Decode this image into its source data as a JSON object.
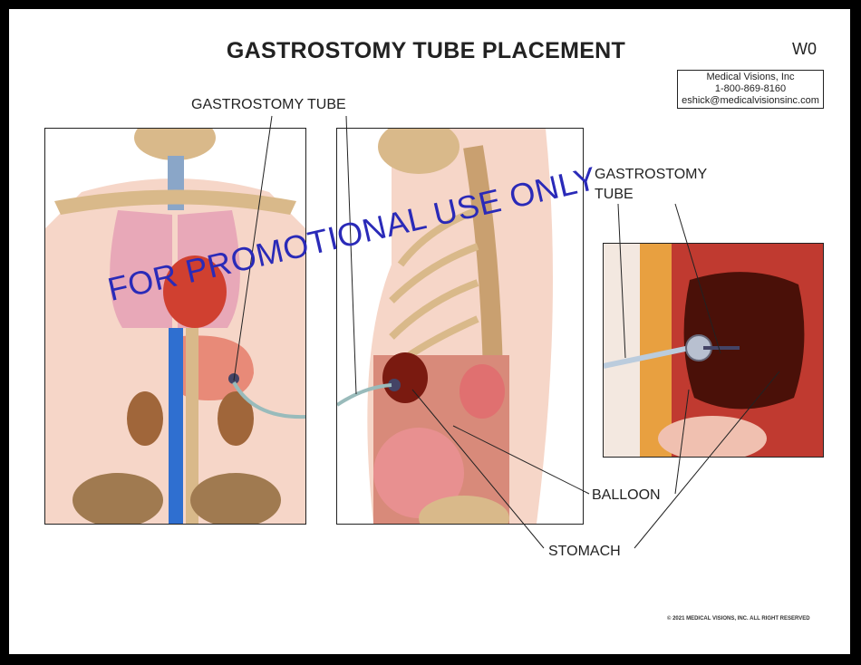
{
  "title": "GASTROSTOMY TUBE PLACEMENT",
  "code": "W0",
  "contact": {
    "company": "Medical Visions, Inc",
    "phone": "1-800-869-8160",
    "email": "eshick@medicalvisionsinc.com"
  },
  "labels": {
    "tube_main": "GASTROSTOMY TUBE",
    "tube_detail_line1": "GASTROSTOMY",
    "tube_detail_line2": "TUBE",
    "balloon": "BALLOON",
    "stomach": "STOMACH"
  },
  "watermark": "FOR PROMOTIONAL USE ONLY",
  "copyright": "© 2021 MEDICAL VISIONS, INC. ALL RIGHT RESERVED",
  "colors": {
    "watermark": "#2a2ab8",
    "skin": "#f6d6c8",
    "bone": "#d9b98a",
    "organ": "#c8473a",
    "vein": "#2f6fd0"
  }
}
